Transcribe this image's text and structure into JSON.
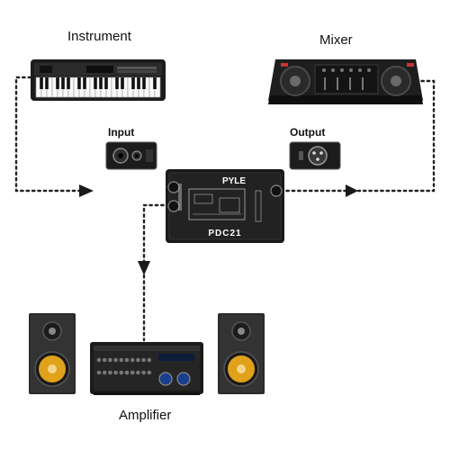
{
  "labels": {
    "instrument": "Instrument",
    "mixer": "Mixer",
    "input": "Input",
    "output": "Output",
    "amplifier": "Amplifier"
  },
  "device": {
    "brand": "PYLE",
    "model": "PDC21"
  },
  "colors": {
    "line": "#222222",
    "device_body": "#1a1a1a",
    "woofer": "#e0a11b"
  }
}
